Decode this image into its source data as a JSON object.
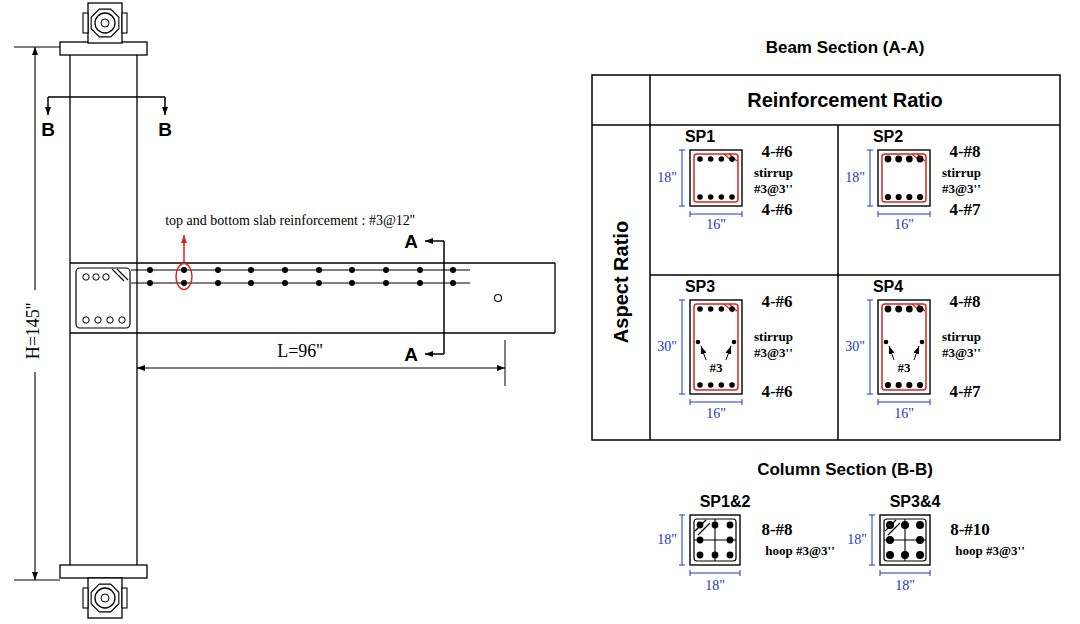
{
  "diagram": {
    "labels": [
      "B",
      "B",
      "top and bottom slab reinforcement : #3@12''",
      "A",
      "A",
      "H=145''",
      "L=96''",
      "Beam Section (A-A)",
      "Reinforcement Ratio",
      "Aspect Ratio",
      "SP1",
      "4-#6",
      "stirrup #3@3''",
      "4-#6",
      "18\"",
      "16\"",
      "SP2",
      "4-#8",
      "stirrup #3@3''",
      "4-#7",
      "18\"",
      "16\"",
      "SP3",
      "4-#6",
      "stirrup #3@3''",
      "4-#6",
      "30\"",
      "#3",
      "16\"",
      "SP4",
      "4-#8",
      "stirrup #3@3''",
      "4-#7",
      "30\"",
      "#3",
      "16\"",
      "Column Section (B-B)",
      "SP1&2",
      "8-#8",
      "hoop #3@3''",
      "18\"",
      "18\"",
      "SP3&4",
      "8-#10",
      "hoop #3@3''",
      "18\"",
      "18\""
    ]
  }
}
